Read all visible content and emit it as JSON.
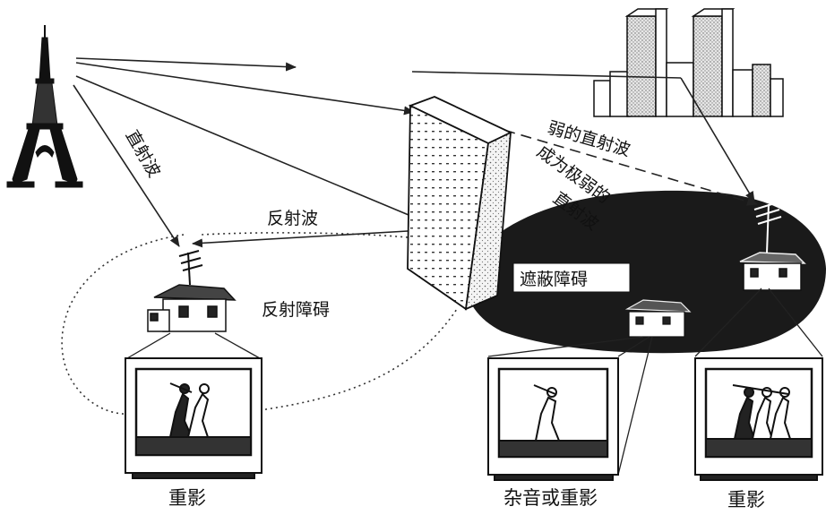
{
  "labels": {
    "direct_wave": "直射波",
    "reflected_wave": "反射波",
    "reflection_obstacle": "反射障碍",
    "weak_direct_wave": "弱的直射波",
    "very_weak_line1": "成为极弱的",
    "very_weak_line2": "直射波",
    "shadow_obstacle": "遮蔽障碍"
  },
  "captions": {
    "left_tv": "重影",
    "middle_tv": "杂音或重影",
    "right_tv": "重影"
  },
  "icons": {
    "transmitter": "eiffel-tower-icon",
    "city": "city-buildings-icon",
    "reflector": "tall-building-icon",
    "house": "house-with-antenna-icon",
    "tv": "television-icon"
  }
}
